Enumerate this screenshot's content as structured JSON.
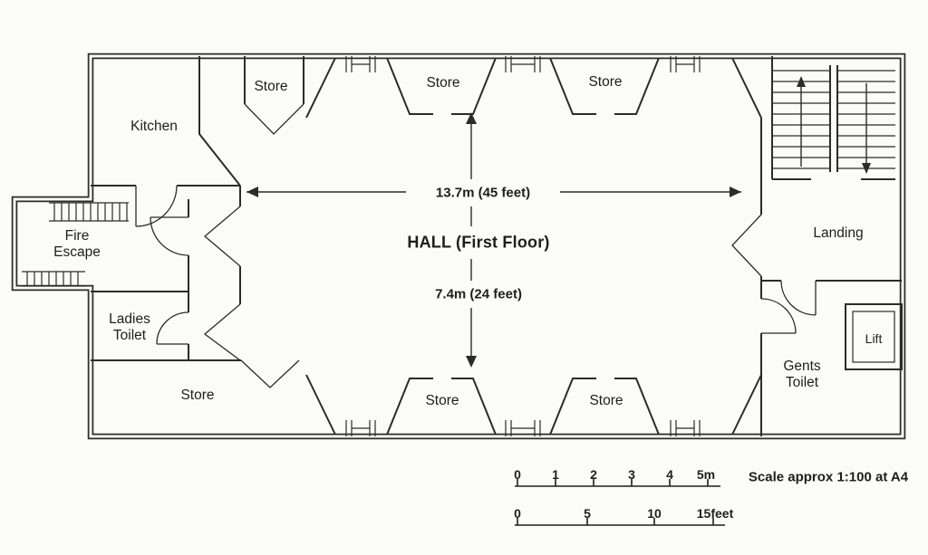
{
  "drawing": {
    "hall_title": "HALL (First Floor)",
    "dim_width": "13.7m (45 feet)",
    "dim_height": "7.4m (24 feet)"
  },
  "rooms": {
    "kitchen": "Kitchen",
    "store_top_left": "Store",
    "store_top_1": "Store",
    "store_top_2": "Store",
    "fire_escape": "Fire Escape",
    "ladies_toilet": "Ladies Toilet",
    "store_bottom_left": "Store",
    "store_bottom_1": "Store",
    "store_bottom_2": "Store",
    "landing": "Landing",
    "lift": "Lift",
    "gents_toilet": "Gents Toilet"
  },
  "scale_bar": {
    "note": "Scale approx 1:100 at A4",
    "metric": [
      "0",
      "1",
      "2",
      "3",
      "4",
      "5m"
    ],
    "imperial": [
      "0",
      "5",
      "10",
      "15feet"
    ]
  },
  "ink_color": "#2b2b2b"
}
